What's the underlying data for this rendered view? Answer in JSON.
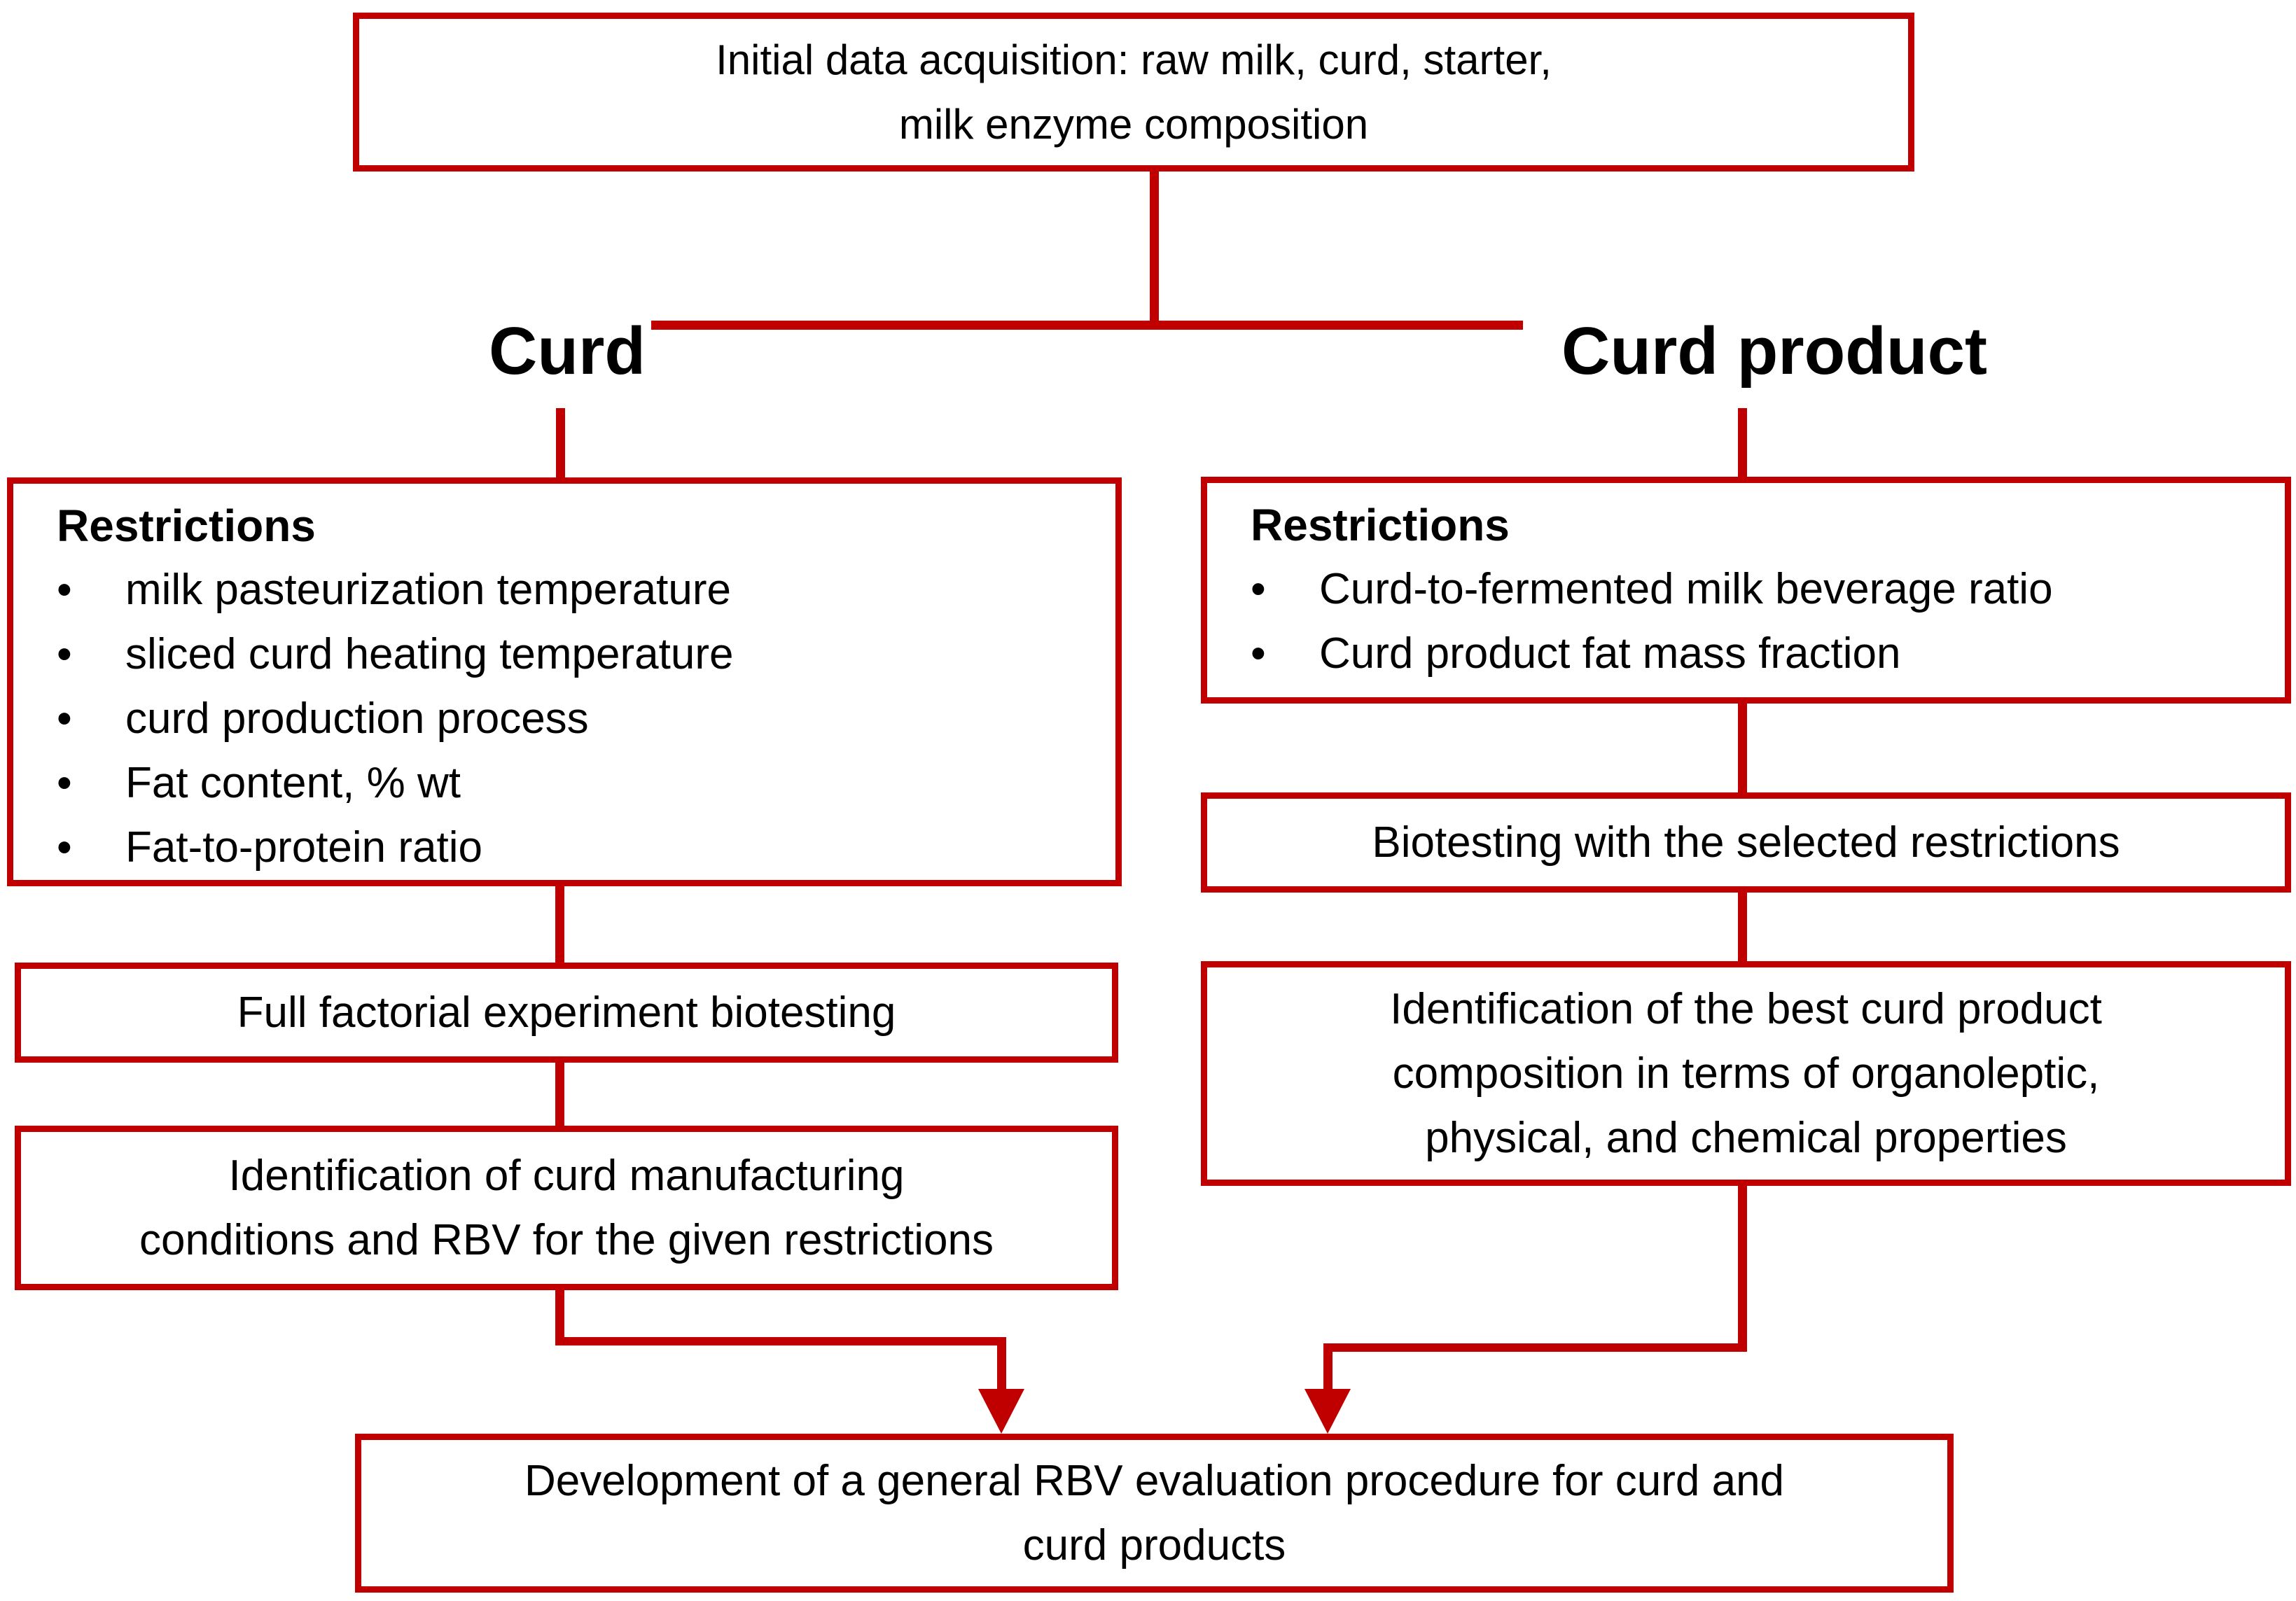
{
  "diagram": {
    "colors": {
      "line": "#C00000",
      "text": "#000000",
      "background": "#FFFFFF"
    },
    "nodes": {
      "initial": {
        "text": "Initial data acquisition: raw milk, curd, starter,\nmilk enzyme composition"
      },
      "branch_left_label": "Curd",
      "branch_right_label": "Curd product",
      "curd_restrictions": {
        "title": "Restrictions",
        "items": [
          "milk pasteurization temperature",
          "sliced curd heating temperature",
          "curd production process",
          "Fat content, % wt",
          "Fat-to-protein ratio"
        ]
      },
      "full_factorial": {
        "text": "Full factorial experiment biotesting"
      },
      "curd_identification": {
        "text": "Identification of curd manufacturing\nconditions and RBV for the given restrictions"
      },
      "product_restrictions": {
        "title": "Restrictions",
        "items": [
          "Curd-to-fermented milk beverage ratio",
          "Curd product fat mass fraction"
        ]
      },
      "biotesting": {
        "text": "Biotesting with the selected restrictions"
      },
      "product_identification": {
        "text": "Identification of the best curd product\ncomposition in terms of organoleptic,\nphysical, and chemical properties"
      },
      "development": {
        "text": "Development of a general RBV evaluation procedure for curd and\ncurd products"
      }
    }
  }
}
